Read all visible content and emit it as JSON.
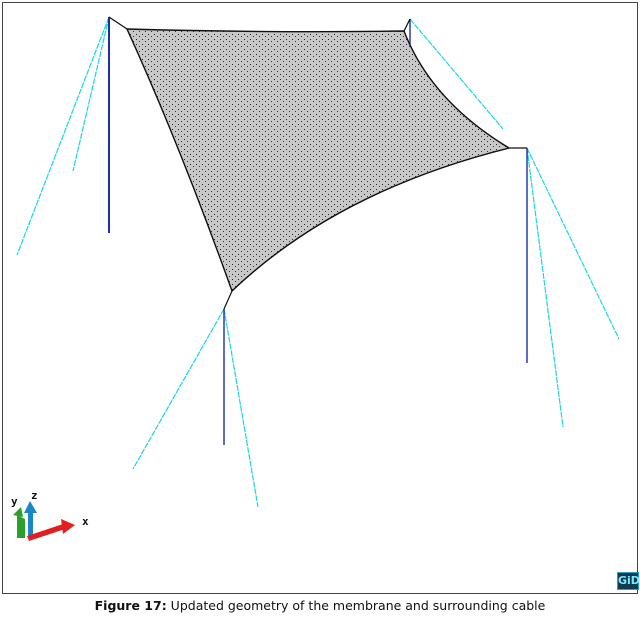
{
  "figure": {
    "caption_label": "Figure 17:",
    "caption_text": " Updated geometry of the membrane and surrounding cable"
  },
  "axes_triad": {
    "x_label": "x",
    "y_label": "y",
    "z_label": "z"
  },
  "logo": {
    "text": "GiD"
  },
  "colors": {
    "membrane_fill": "#c8c8c8",
    "membrane_edge": "#111111",
    "mast": "#1a2fb0",
    "stay_cable": "#19d6e8",
    "axis_x": "#e02020",
    "axis_y": "#2aa02a",
    "axis_z": "#1a86c8"
  },
  "icons": [
    "coordinate-axes-icon",
    "gid-logo-icon"
  ]
}
